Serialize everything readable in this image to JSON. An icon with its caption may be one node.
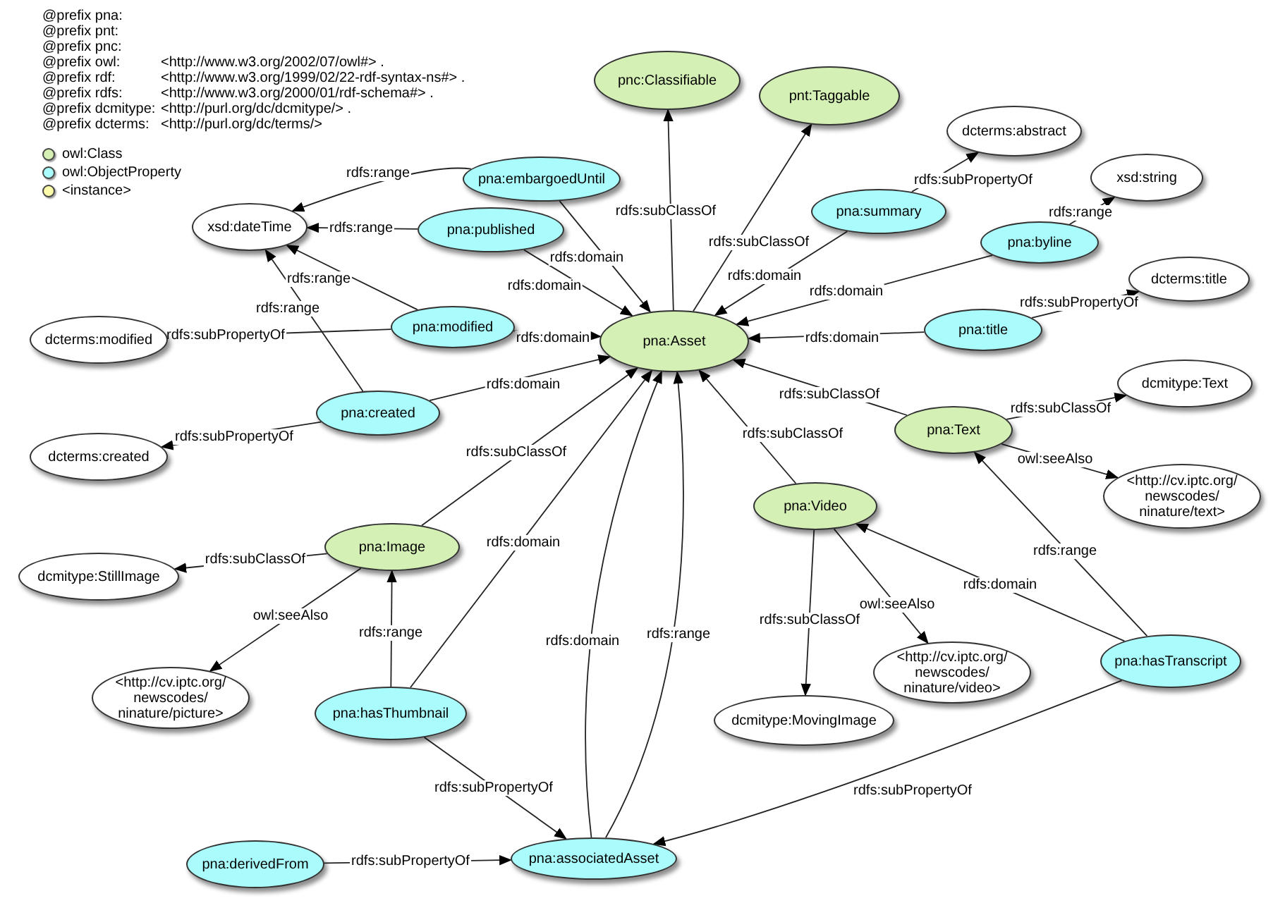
{
  "diagram": {
    "nodes": [
      {
        "text": [
          "pnc:Classifiable"
        ]
      },
      {
        "text": [
          "pnt:Taggable"
        ]
      },
      {
        "text": [
          "dcterms:abstract"
        ]
      },
      {
        "text": [
          "pna:embargoedUntil"
        ]
      },
      {
        "text": [
          "xsd:string"
        ]
      },
      {
        "text": [
          "xsd:dateTime"
        ]
      },
      {
        "text": [
          "pna:published"
        ]
      },
      {
        "text": [
          "pna:summary"
        ]
      },
      {
        "text": [
          "pna:byline"
        ]
      },
      {
        "text": [
          "dcterms:modified"
        ]
      },
      {
        "text": [
          "pna:modified"
        ]
      },
      {
        "text": [
          "pna:Asset"
        ]
      },
      {
        "text": [
          "pna:title"
        ]
      },
      {
        "text": [
          "dcterms:title"
        ]
      },
      {
        "text": [
          "pna:created"
        ]
      },
      {
        "text": [
          "dcterms:created"
        ]
      },
      {
        "text": [
          "dcmitype:Text"
        ]
      },
      {
        "text": [
          "pna:Text"
        ]
      },
      {
        "text": [
          "pna:Image"
        ]
      },
      {
        "text": [
          "dcmitype:StillImage"
        ]
      },
      {
        "text": [
          "pna:Video"
        ]
      },
      {
        "text": [
          "<http://cv.iptc.org/ newscodes/ ninature/text>"
        ]
      },
      {
        "text": [
          "<http://cv.iptc.org/ newscodes/ ninature/picture>"
        ]
      },
      {
        "text": [
          "pna:hasThumbnail"
        ]
      },
      {
        "text": [
          "<http://cv.iptc.org/ newscodes/ ninature/video>"
        ]
      },
      {
        "text": [
          "pna:hasTranscript"
        ]
      },
      {
        "text": [
          "dcmitype:MovingImage"
        ]
      },
      {
        "text": [
          "pna:derivedFrom"
        ]
      },
      {
        "text": [
          "pna:associatedAsset"
        ]
      }
    ],
    "edges": [
      {
        "from": 11,
        "to": 0,
        "arrow": "to",
        "label": "rdfs:subClassOf"
      },
      {
        "from": 11,
        "to": 1,
        "arrow": "to",
        "label": "rdfs:subClassOf"
      },
      {
        "from": 3,
        "to": 5,
        "arrow": "to",
        "label": "rdfs:range"
      },
      {
        "from": 3,
        "to": 11,
        "arrow": "to",
        "label": "rdfs:domain"
      },
      {
        "from": 6,
        "to": 5,
        "arrow": "to",
        "label": "rdfs:range"
      },
      {
        "from": 6,
        "to": 11,
        "arrow": "to",
        "label": "rdfs:domain"
      },
      {
        "from": 7,
        "to": 2,
        "arrow": "to",
        "label": "rdfs:subPropertyOf"
      },
      {
        "from": 7,
        "to": 11,
        "arrow": "to",
        "label": "rdfs:domain"
      },
      {
        "from": 8,
        "to": 4,
        "arrow": "to",
        "label": "rdfs:range"
      },
      {
        "from": 8,
        "to": 11,
        "arrow": "to",
        "label": "rdfs:domain"
      },
      {
        "from": 10,
        "to": 5,
        "arrow": "to",
        "label": "rdfs:range"
      },
      {
        "from": 10,
        "to": 9,
        "arrow": "to",
        "label": "rdfs:subPropertyOf"
      },
      {
        "from": 10,
        "to": 11,
        "arrow": "to",
        "label": "rdfs:domain"
      },
      {
        "from": 12,
        "to": 11,
        "arrow": "to",
        "label": "rdfs:domain"
      },
      {
        "from": 12,
        "to": 13,
        "arrow": "to",
        "label": "rdfs:subPropertyOf"
      },
      {
        "from": 14,
        "to": 5,
        "arrow": "to",
        "label": "rdfs:range"
      },
      {
        "from": 14,
        "to": 11,
        "arrow": "to",
        "label": "rdfs:domain"
      },
      {
        "from": 14,
        "to": 15,
        "arrow": "to",
        "label": "rdfs:subPropertyOf"
      },
      {
        "from": 17,
        "to": 11,
        "arrow": "to",
        "label": "rdfs:subClassOf"
      },
      {
        "from": 17,
        "to": 16,
        "arrow": "to",
        "label": "rdfs:subClassOf"
      },
      {
        "from": 17,
        "to": 21,
        "arrow": "to",
        "label": "owl:seeAlso"
      },
      {
        "from": 18,
        "to": 11,
        "arrow": "to",
        "label": "rdfs:subClassOf"
      },
      {
        "from": 18,
        "to": 19,
        "arrow": "to",
        "label": "rdfs:subClassOf"
      },
      {
        "from": 18,
        "to": 22,
        "arrow": "to",
        "label": "owl:seeAlso"
      },
      {
        "from": 20,
        "to": 11,
        "arrow": "to",
        "label": "rdfs:subClassOf"
      },
      {
        "from": 20,
        "to": 26,
        "arrow": "to",
        "label": "rdfs:subClassOf"
      },
      {
        "from": 20,
        "to": 24,
        "arrow": "to",
        "label": "owl:seeAlso"
      },
      {
        "from": 23,
        "to": 18,
        "arrow": "to",
        "label": "rdfs:range"
      },
      {
        "from": 23,
        "to": 11,
        "arrow": "to",
        "label": "rdfs:domain"
      },
      {
        "from": 23,
        "to": 28,
        "arrow": "to",
        "label": "rdfs:subPropertyOf"
      },
      {
        "from": 25,
        "to": 20,
        "arrow": "to",
        "label": "rdfs:domain"
      },
      {
        "from": 25,
        "to": 17,
        "arrow": "to",
        "label": "rdfs:range"
      },
      {
        "from": 25,
        "to": 28,
        "arrow": "to",
        "label": "rdfs:subPropertyOf"
      },
      {
        "from": 28,
        "to": 11,
        "arrow": "to",
        "label": "rdfs:domain"
      },
      {
        "from": 28,
        "to": 11,
        "arrow": "to",
        "label": "rdfs:range"
      },
      {
        "from": 27,
        "to": 28,
        "arrow": "to",
        "label": "rdfs:subPropertyOf"
      }
    ],
    "labels": [
      "@prefix pna:",
      "@prefix pnt:",
      "@prefix pnc:",
      "@prefix owl:",
      "<http://www.w3.org/2002/07/owl#> .",
      "@prefix rdf:",
      "<http://www.w3.org/1999/02/22-rdf-syntax-ns#> .",
      "@prefix rdfs:",
      "<http://www.w3.org/2000/01/rdf-schema#> .",
      "@prefix dcmitype:",
      "<http://purl.org/dc/dcmitype/> .",
      "@prefix dcterms:",
      "<http://purl.org/dc/terms/>"
    ],
    "legend": [
      {
        "text": "owl:Class",
        "color": "#d4f0b4"
      },
      {
        "text": "owl:ObjectProperty",
        "color": "#aafcfc"
      },
      {
        "text": "<instance>",
        "color": "#fcfcaa"
      }
    ]
  }
}
